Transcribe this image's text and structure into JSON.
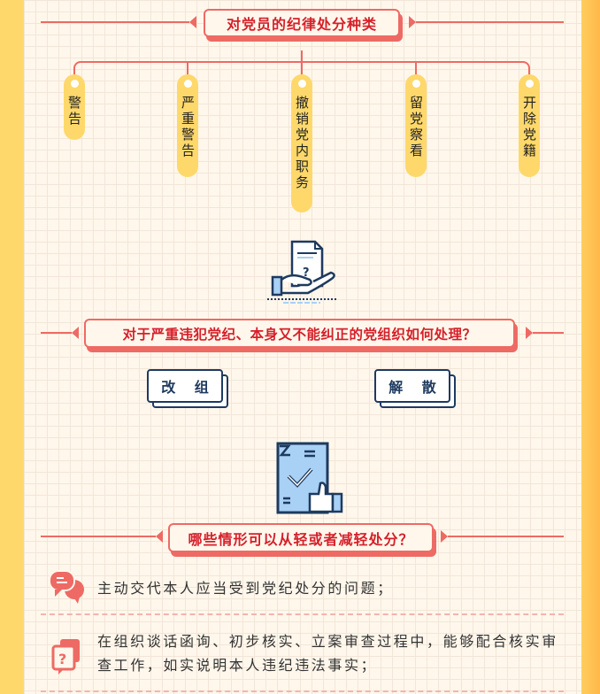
{
  "section1": {
    "title": "对党员的纪律处分种类",
    "types": [
      "警告",
      "严重警告",
      "撤销党内职务",
      "留党察看",
      "开除党籍"
    ]
  },
  "section2": {
    "title": "对于严重违犯党纪、本身又不能纠正的党组织如何处理？",
    "options": [
      "改 组",
      "解 散"
    ]
  },
  "section3": {
    "title": "哪些情形可以从轻或者减轻处分？",
    "items": [
      {
        "icon": "chat-bubbles-icon",
        "text": "主动交代本人应当受到党纪处分的问题；"
      },
      {
        "icon": "question-cards-icon",
        "text": "在组织谈话函询、初步核实、立案审查过程中，能够配合核实审查工作，如实说明本人违纪违法事实；"
      }
    ]
  },
  "colors": {
    "accent": "#EE6A64",
    "title_red": "#D5202A",
    "pill": "#FFD86B",
    "navy": "#1E3A5F",
    "light_blue": "#A9D0F5"
  }
}
